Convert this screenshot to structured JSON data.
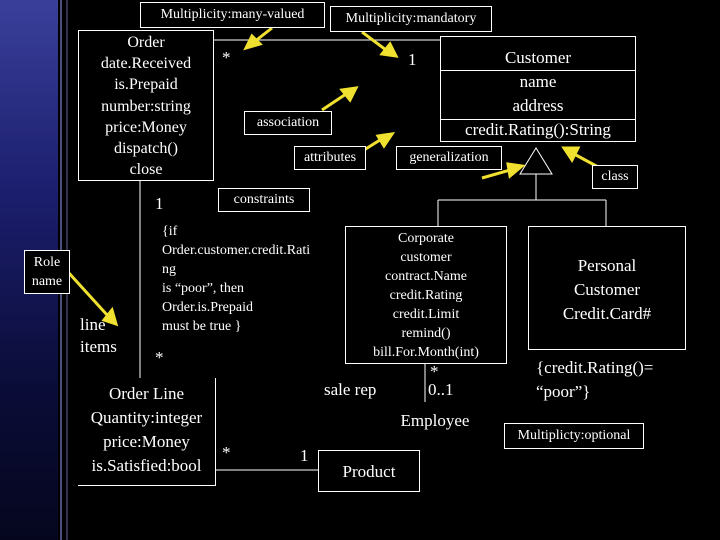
{
  "labels": {
    "multiplicity_many": "Multiplicity:many-valued",
    "multiplicity_mandatory": "Multiplicity:mandatory",
    "association": "association",
    "attributes": "attributes",
    "generalization": "generalization",
    "class": "class",
    "constraints": "constraints",
    "role_name": [
      "Role",
      "name"
    ],
    "multiplicity_optional": "Multiplicty:optional"
  },
  "classes": {
    "order": {
      "name": "Order",
      "attributes": [
        "date.Received",
        "is.Prepaid",
        "number:string",
        "price:Money"
      ],
      "operations": [
        "dispatch()",
        "close"
      ]
    },
    "customer": {
      "name": "Customer",
      "attributes": [
        "name",
        "address"
      ],
      "operations": [
        "credit.Rating():String"
      ]
    },
    "corporate_customer": {
      "name": [
        "Corporate",
        "customer"
      ],
      "attributes": [
        "contract.Name",
        "credit.Rating",
        "credit.Limit"
      ],
      "operations": [
        "remind()",
        "bill.For.Month(int)"
      ]
    },
    "personal_customer": {
      "name": [
        "Personal",
        "Customer"
      ],
      "attributes": [
        "Credit.Card#"
      ]
    },
    "order_line": {
      "name": "Order Line",
      "attributes": [
        "Quantity:integer",
        "price:Money",
        "is.Satisfied:bool"
      ]
    },
    "employee": {
      "name": "Employee"
    },
    "product": {
      "name": "Product"
    }
  },
  "multiplicities": {
    "order_customer_many": "*",
    "order_customer_one": "1",
    "order_line_one": "1",
    "order_line_many": "*",
    "line_product_many": "*",
    "line_product_one": "1",
    "employee_many": "*",
    "employee_optional": "0..1"
  },
  "roles": {
    "line_items": [
      "line",
      "items"
    ],
    "sale_rep": "sale rep"
  },
  "constraints": {
    "order_constraint": [
      "{if",
      "Order.customer.credit.Rati",
      "ng",
      "is “poor”, then",
      "Order.is.Prepaid",
      "must be true }"
    ],
    "personal_constraint": [
      "{credit.Rating()=",
      "“poor”}"
    ]
  },
  "colors": {
    "background": "#000000",
    "foreground": "#ffffff",
    "arrow": "#f0e030",
    "band": "#1c1f6e"
  }
}
